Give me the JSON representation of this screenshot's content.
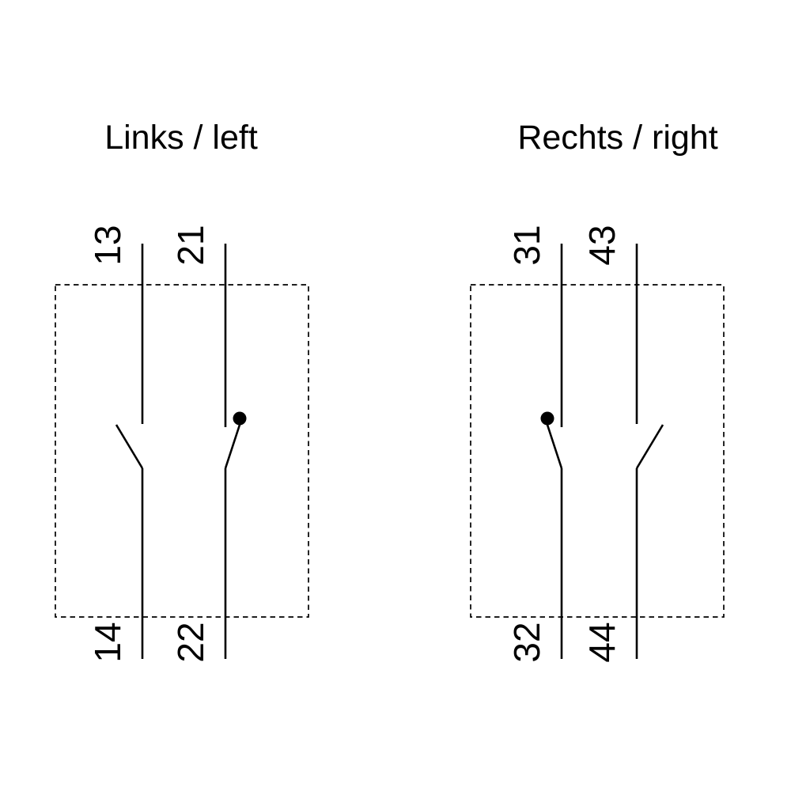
{
  "page": {
    "background_color": "#ffffff",
    "line_color": "#000000"
  },
  "panels": [
    {
      "id": "left",
      "title": "Links / left",
      "contacts": [
        {
          "type": "NO",
          "top_terminal": "13",
          "bottom_terminal": "14"
        },
        {
          "type": "NC",
          "top_terminal": "21",
          "bottom_terminal": "22"
        }
      ]
    },
    {
      "id": "right",
      "title": "Rechts / right",
      "contacts": [
        {
          "type": "NC",
          "top_terminal": "31",
          "bottom_terminal": "32"
        },
        {
          "type": "NO",
          "top_terminal": "43",
          "bottom_terminal": "44"
        }
      ]
    }
  ]
}
